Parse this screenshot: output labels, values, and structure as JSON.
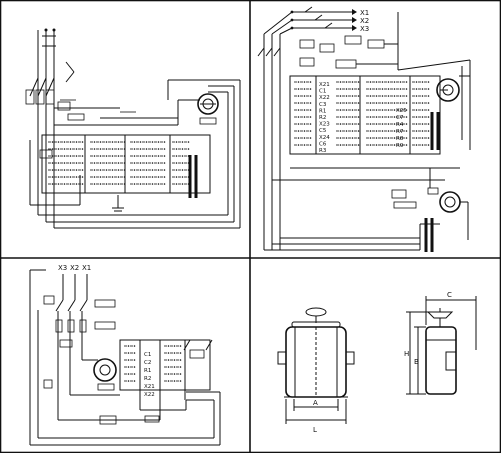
{
  "panels": {
    "top_right": {
      "terminals": [
        "X1",
        "X2",
        "X3"
      ],
      "node_labels": [
        "X21",
        "C1",
        "X22",
        "C3",
        "R1",
        "R2",
        "X23",
        "C5",
        "X24",
        "C6",
        "R3",
        "X25",
        "C7",
        "R4",
        "R7",
        "R8",
        "R9"
      ]
    },
    "bottom_left": {
      "terminals": [
        "X3",
        "X2",
        "X1"
      ],
      "node_labels": [
        "C1",
        "C2",
        "R1",
        "R2",
        "X21",
        "X22"
      ]
    },
    "bottom_right": {
      "dimension_labels": [
        "A",
        "L",
        "H",
        "B",
        "C"
      ]
    }
  }
}
